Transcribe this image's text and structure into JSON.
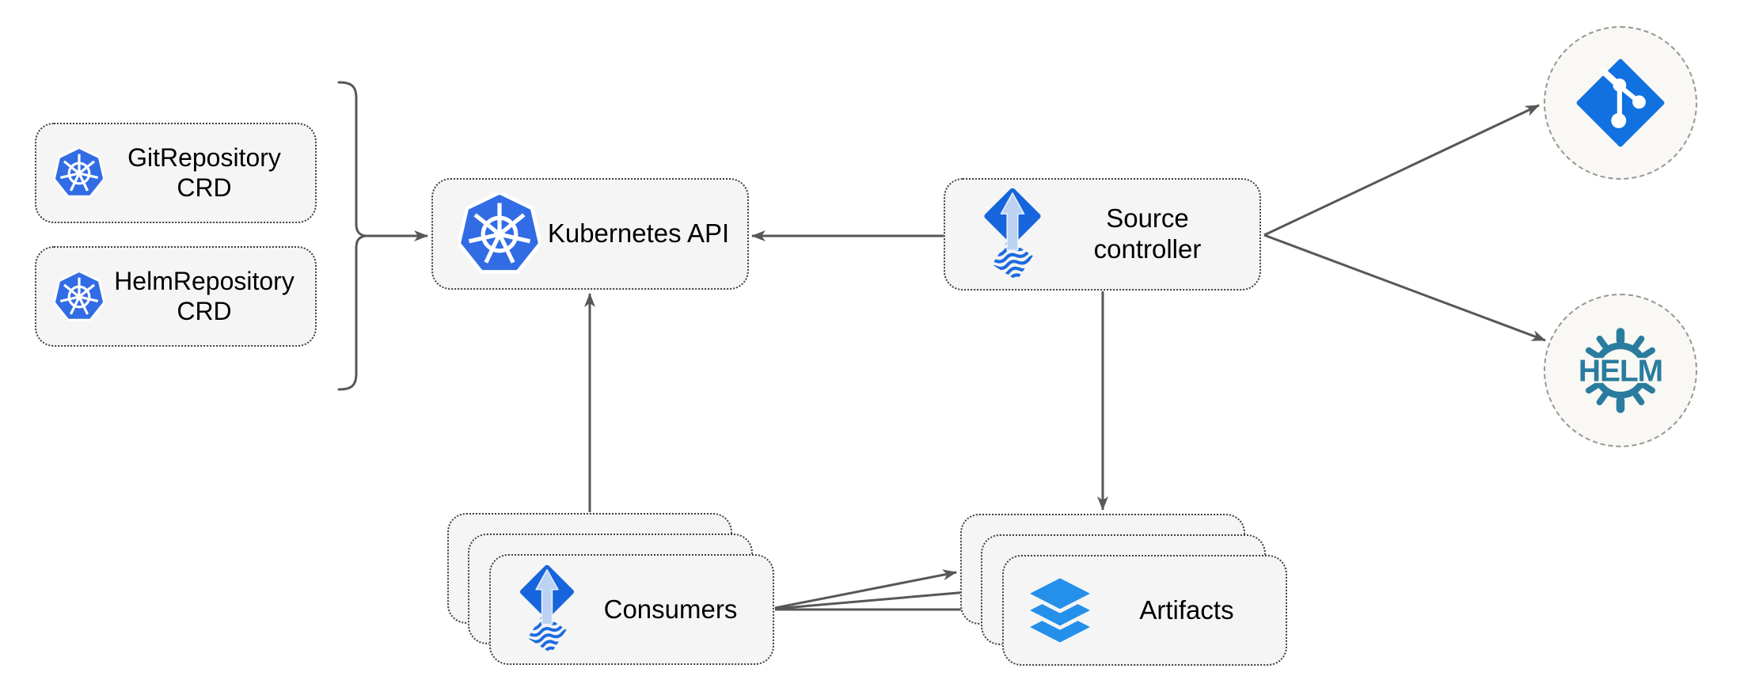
{
  "diagram": {
    "kind": "flux-source-controller-architecture",
    "background": "#FFFFFF",
    "nodes": {
      "git_repository_crd": {
        "label": "GitRepository CRD",
        "icon": "kubernetes-icon"
      },
      "helm_repository_crd": {
        "label": "HelmRepository CRD",
        "icon": "kubernetes-icon"
      },
      "kubernetes_api": {
        "label": "Kubernetes API",
        "icon": "kubernetes-icon"
      },
      "source_controller": {
        "label": "Source controller",
        "icon": "flux-source-controller-icon"
      },
      "consumers": {
        "label": "Consumers",
        "icon": "flux-source-controller-icon",
        "stacked": true
      },
      "artifacts": {
        "label": "Artifacts",
        "icon": "layers-icon",
        "stacked": true
      },
      "git_remote": {
        "icon": "git-icon"
      },
      "helm_remote": {
        "icon": "helm-icon",
        "label": "HELM"
      }
    },
    "edges": [
      {
        "from": "git_repository_crd + helm_repository_crd",
        "to": "kubernetes_api",
        "style": "brace-arrow"
      },
      {
        "from": "source_controller",
        "to": "kubernetes_api"
      },
      {
        "from": "source_controller",
        "to": "git_remote"
      },
      {
        "from": "source_controller",
        "to": "helm_remote"
      },
      {
        "from": "source_controller",
        "to": "artifacts"
      },
      {
        "from": "consumers",
        "to": "kubernetes_api"
      },
      {
        "from": "consumers",
        "to": "artifacts"
      },
      {
        "from": "consumers",
        "to": "artifacts"
      },
      {
        "from": "consumers",
        "to": "artifacts"
      }
    ],
    "colors": {
      "kubernetes_blue": "#326CE5",
      "flux_blue": "#1665DC",
      "flux_arrow_light": "#BCD2F2",
      "layers_blue": "#2490EA",
      "git_blue": "#1171E0",
      "helm_teal": "#2A7C9E",
      "edge_gray": "#575757",
      "node_fill": "#F5F5F5",
      "endpoint_fill": "#FAF8F4"
    }
  }
}
